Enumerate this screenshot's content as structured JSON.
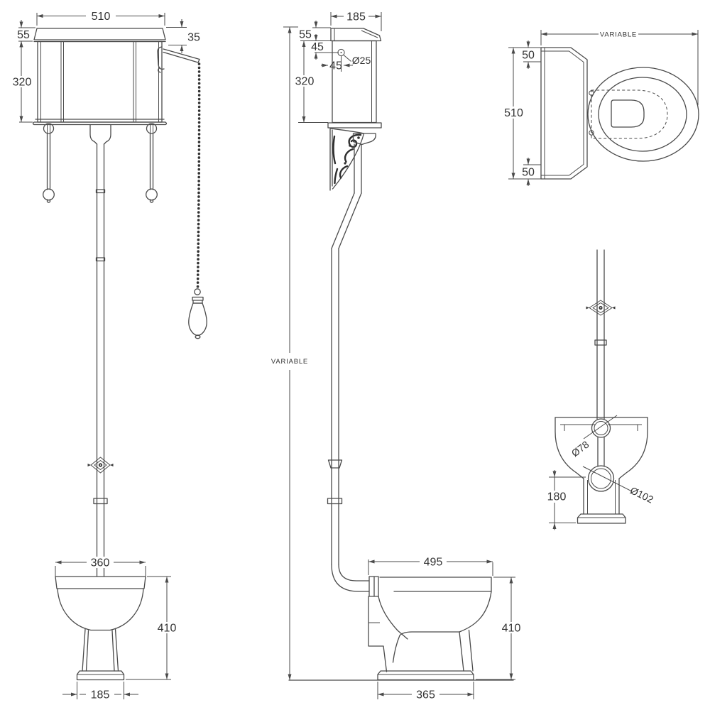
{
  "colors": {
    "background": "#ffffff",
    "line": "#4a4a4a",
    "text": "#333333"
  },
  "views": {
    "front": {
      "cistern_width": "510",
      "cistern_lid_height": "55",
      "cistern_height": "320",
      "lever_offset": "35",
      "pan_width": "360",
      "pan_height": "410",
      "pan_base_width": "185"
    },
    "side": {
      "cistern_depth": "185",
      "cistern_lid_height": "55",
      "inlet_hole_drop": "45",
      "inlet_hole_inset": "45",
      "inlet_hole_diameter": "Ø25",
      "cistern_height": "320",
      "flush_pipe_height": "VARIABLE",
      "pan_depth": "495",
      "pan_height": "410",
      "pan_base_depth": "365"
    },
    "plan": {
      "overall_projection": "VARIABLE",
      "clearance_top": "50",
      "cistern_width": "510",
      "clearance_bottom": "50"
    },
    "rear": {
      "flush_inlet_diameter": "Ø78",
      "waste_outlet_diameter": "Ø102",
      "outlet_height": "180"
    }
  }
}
